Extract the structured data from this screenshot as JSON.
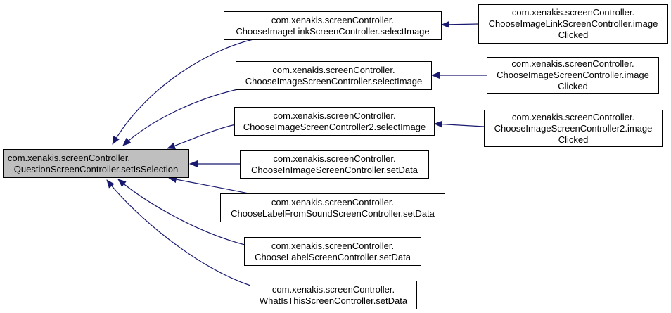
{
  "colors": {
    "edge": "#191970",
    "root_fill": "#bfbfbf",
    "node_fill": "#ffffff",
    "border": "#000000"
  },
  "root": {
    "line1": "com.xenakis.screenController.",
    "line2": "QuestionScreenController.setIsSelection"
  },
  "callers": [
    {
      "line1": "com.xenakis.screenController.",
      "line2": "ChooseImageLinkScreenController.selectImage"
    },
    {
      "line1": "com.xenakis.screenController.",
      "line2": "ChooseImageScreenController.selectImage"
    },
    {
      "line1": "com.xenakis.screenController.",
      "line2": "ChooseImageScreenController2.selectImage"
    },
    {
      "line1": "com.xenakis.screenController.",
      "line2": "ChooseInImageScreenController.setData"
    },
    {
      "line1": "com.xenakis.screenController.",
      "line2": "ChooseLabelFromSoundScreenController.setData"
    },
    {
      "line1": "com.xenakis.screenController.",
      "line2": "ChooseLabelScreenController.setData"
    },
    {
      "line1": "com.xenakis.screenController.",
      "line2": "WhatIsThisScreenController.setData"
    }
  ],
  "second_level": [
    {
      "line1": "com.xenakis.screenController.",
      "line2": "ChooseImageLinkScreenController.image",
      "line3": "Clicked"
    },
    {
      "line1": "com.xenakis.screenController.",
      "line2": "ChooseImageScreenController.image",
      "line3": "Clicked"
    },
    {
      "line1": "com.xenakis.screenController.",
      "line2": "ChooseImageScreenController2.image",
      "line3": "Clicked"
    }
  ]
}
